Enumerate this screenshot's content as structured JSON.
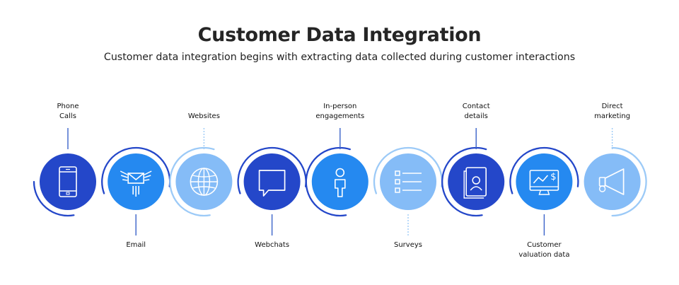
{
  "title": "Customer Data Integration",
  "subtitle": "Customer data integration begins with extracting data collected during customer interactions",
  "colors": {
    "dark_blue": "#2447c9",
    "mid_blue": "#2589f0",
    "light_blue": "#85bcf7",
    "ring_dark": "#2447c9",
    "ring_light": "#9ccaf7",
    "connector": "#3a63c9"
  },
  "nodes": [
    {
      "id": "phone",
      "icon": "phone-icon",
      "fill": "dark",
      "label_lines": [
        "Phone",
        "Calls"
      ],
      "label_position": "top"
    },
    {
      "id": "email",
      "icon": "envelope-wings-icon",
      "fill": "mid",
      "label_lines": [
        "Email"
      ],
      "label_position": "bottom"
    },
    {
      "id": "websites",
      "icon": "globe-icon",
      "fill": "light",
      "label_lines": [
        "Websites"
      ],
      "label_position": "top"
    },
    {
      "id": "webchats",
      "icon": "chat-bubble-icon",
      "fill": "dark",
      "label_lines": [
        "Webchats"
      ],
      "label_position": "bottom"
    },
    {
      "id": "in-person",
      "icon": "person-icon",
      "fill": "mid",
      "label_lines": [
        "In-person",
        "engagements"
      ],
      "label_position": "top"
    },
    {
      "id": "surveys",
      "icon": "checklist-icon",
      "fill": "light",
      "label_lines": [
        "Surveys"
      ],
      "label_position": "bottom"
    },
    {
      "id": "contact",
      "icon": "contact-card-icon",
      "fill": "dark",
      "label_lines": [
        "Contact",
        "details"
      ],
      "label_position": "top"
    },
    {
      "id": "valuation",
      "icon": "monitor-chart-icon",
      "fill": "mid",
      "label_lines": [
        "Customer",
        "valuation data"
      ],
      "label_position": "bottom"
    },
    {
      "id": "direct",
      "icon": "megaphone-icon",
      "fill": "light",
      "label_lines": [
        "Direct",
        "marketing"
      ],
      "label_position": "top"
    }
  ]
}
